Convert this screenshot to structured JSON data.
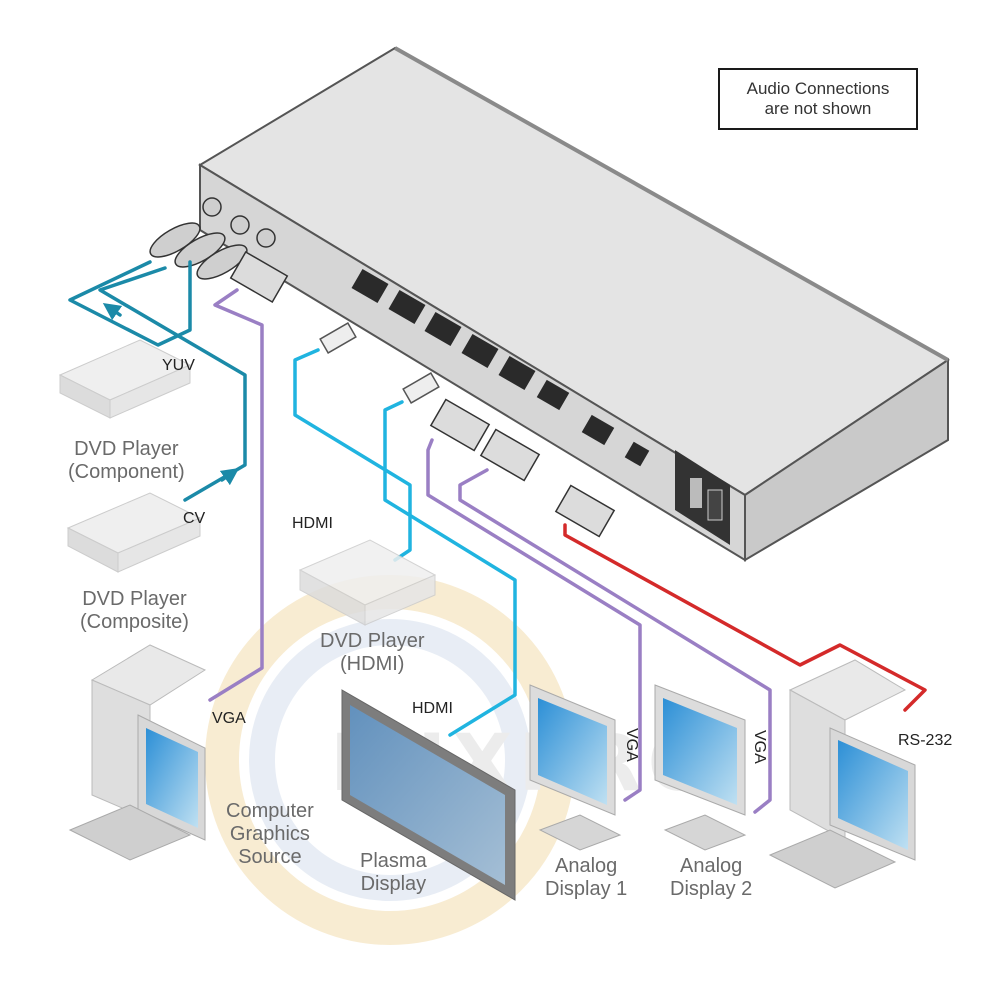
{
  "note": {
    "line1": "Audio Connections",
    "line2": "are not shown"
  },
  "devices": {
    "dvd_component": {
      "line1": "DVD Player",
      "line2": "(Component)"
    },
    "dvd_composite": {
      "line1": "DVD Player",
      "line2": "(Composite)"
    },
    "dvd_hdmi": {
      "line1": "DVD Player",
      "line2": "(HDMI)"
    },
    "computer_source": {
      "line1": "Computer",
      "line2": "Graphics",
      "line3": "Source"
    },
    "plasma": {
      "line1": "Plasma",
      "line2": "Display"
    },
    "analog1": {
      "line1": "Analog",
      "line2": "Display 1"
    },
    "analog2": {
      "line1": "Analog",
      "line2": "Display 2"
    }
  },
  "cable_labels": {
    "yuv": "YUV",
    "cv": "CV",
    "hdmi_in": "HDMI",
    "hdmi_out": "HDMI",
    "vga_in": "VGA",
    "vga_out1": "VGA",
    "vga_out2": "VGA",
    "rs232": "RS-232"
  },
  "colors": {
    "component_cable": "#1b8aa8",
    "hdmi_cable": "#20b4e0",
    "vga_cable": "#9a7fc4",
    "rs232_cable": "#d42a2a",
    "chassis": "#e3e3e3",
    "watermark_ring": "#f6e6c4",
    "watermark_inner": "#e1e8f2"
  },
  "watermark": "LUXPRO"
}
